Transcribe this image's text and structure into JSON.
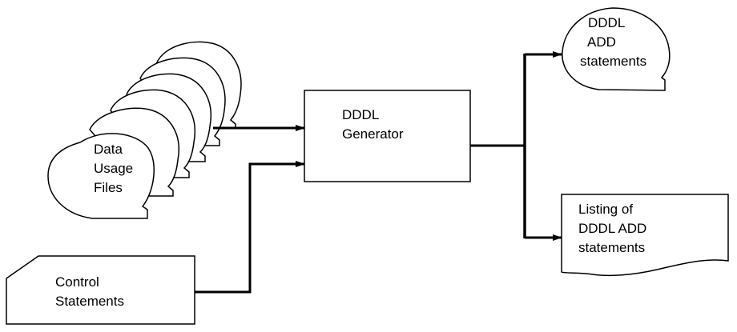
{
  "diagram": {
    "nodes": {
      "data_usage_files": {
        "lines": [
          "Data",
          "Usage",
          "Files"
        ],
        "shape": "stacked-online-storage"
      },
      "control_statements": {
        "lines": [
          "Control",
          "Statements"
        ],
        "shape": "punched-card"
      },
      "dddl_generator": {
        "lines": [
          "DDDL",
          "Generator"
        ],
        "shape": "process"
      },
      "dddl_add_statements": {
        "lines": [
          "DDDL",
          "ADD",
          "statements"
        ],
        "shape": "online-storage"
      },
      "listing": {
        "lines": [
          "Listing of",
          "DDDL ADD",
          "statements"
        ],
        "shape": "document"
      }
    },
    "edges": [
      {
        "from": "data_usage_files",
        "to": "dddl_generator"
      },
      {
        "from": "control_statements",
        "to": "dddl_generator"
      },
      {
        "from": "dddl_generator",
        "to": "dddl_add_statements"
      },
      {
        "from": "dddl_generator",
        "to": "listing"
      }
    ],
    "colors": {
      "stroke": "#000000",
      "background": "#ffffff"
    }
  }
}
